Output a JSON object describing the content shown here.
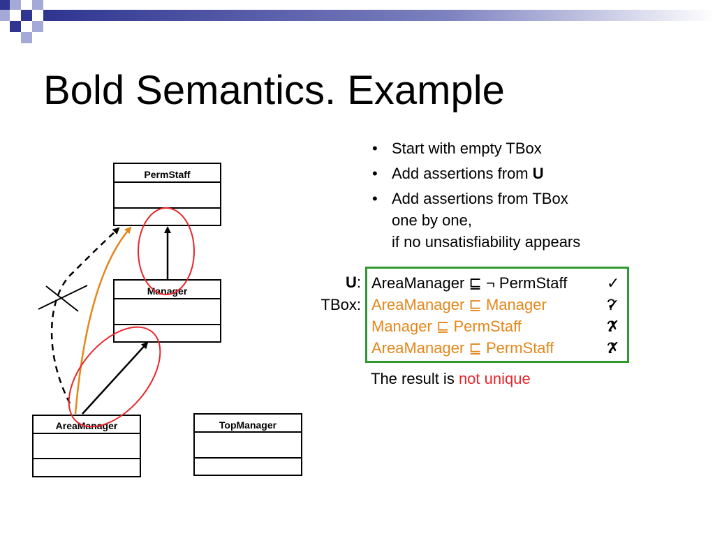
{
  "slide": {
    "title": "Bold Semantics. Example",
    "colors": {
      "deco_dark": "#3a3f9a",
      "deco_light": "#a5a9d8",
      "orange": "#e4871b",
      "red": "#e8262c",
      "green": "#2e9a2e"
    }
  },
  "bullets": [
    {
      "text": "Start with empty TBox"
    },
    {
      "text": "Add assertions from ",
      "bold_suffix": "U"
    },
    {
      "line1": "Add assertions from TBox",
      "line2": "one by one,",
      "line3": "if no unsatisfiability appears"
    }
  ],
  "diagram": {
    "classes": {
      "permstaff": "PermStaff",
      "manager": "Manager",
      "areamanager": "AreaManager",
      "topmanager": "TopManager"
    }
  },
  "labels": {
    "u_bold": "U",
    "u_colon": ":",
    "tbox": "TBox:"
  },
  "axioms": [
    {
      "text": "AreaManager ⊑ ¬ PermStaff",
      "mark": "✓",
      "color": "#000000"
    },
    {
      "text": "AreaManager ⊑ Manager",
      "mark_top": "?",
      "mark_under": "✓",
      "color": "#e4871b"
    },
    {
      "text": "Manager ⊑ PermStaff",
      "mark_top": "?",
      "mark_under": "✗",
      "color": "#e4871b"
    },
    {
      "text": "AreaManager ⊑ PermStaff",
      "mark_top": "?",
      "mark_under": "✗",
      "color": "#e4871b"
    }
  ],
  "result": {
    "prefix": "The result is ",
    "highlight": "not unique"
  }
}
